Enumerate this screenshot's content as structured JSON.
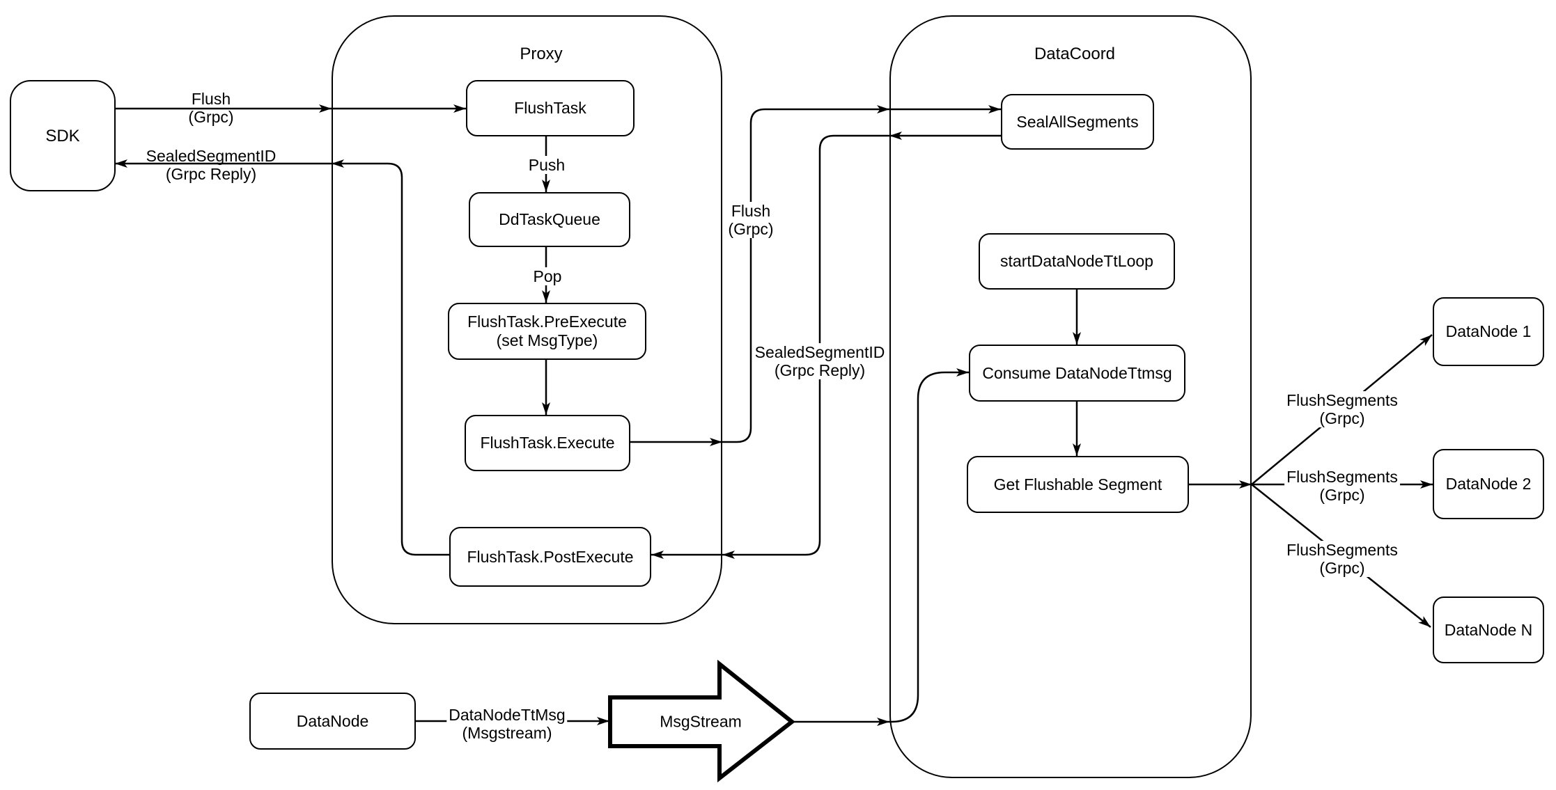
{
  "diagram": {
    "containers": {
      "proxy": {
        "label": "Proxy"
      },
      "datacoord": {
        "label": "DataCoord"
      }
    },
    "nodes": {
      "sdk": {
        "label": "SDK"
      },
      "flush_task": {
        "label": "FlushTask"
      },
      "dd_task_queue": {
        "label": "DdTaskQueue"
      },
      "pre_execute": {
        "line1": "FlushTask.PreExecute",
        "line2": "(set MsgType)"
      },
      "execute": {
        "label": "FlushTask.Execute"
      },
      "post_execute": {
        "label": "FlushTask.PostExecute"
      },
      "seal_all_segments": {
        "label": "SealAllSegments"
      },
      "start_datanode_tt_loop": {
        "label": "startDataNodeTtLoop"
      },
      "consume_datanode_ttmsg": {
        "label": "Consume DataNodeTtmsg"
      },
      "get_flushable_segment": {
        "label": "Get Flushable Segment"
      },
      "datanode_1": {
        "label": "DataNode 1"
      },
      "datanode_2": {
        "label": "DataNode 2"
      },
      "datanode_n": {
        "label": "DataNode N"
      },
      "datanode": {
        "label": "DataNode"
      },
      "msgstream": {
        "label": "MsgStream"
      }
    },
    "edge_labels": {
      "flush_grpc_sdk": {
        "line1": "Flush",
        "line2": "(Grpc)"
      },
      "sealed_segment_id_sdk": {
        "line1": "SealedSegmentID",
        "line2": "(Grpc Reply)"
      },
      "push": {
        "label": "Push"
      },
      "pop": {
        "label": "Pop"
      },
      "flush_grpc_mid": {
        "line1": "Flush",
        "line2": "(Grpc)"
      },
      "sealed_segment_id_mid": {
        "line1": "SealedSegmentID",
        "line2": "(Grpc Reply)"
      },
      "flush_segments_1": {
        "line1": "FlushSegments",
        "line2": "(Grpc)"
      },
      "flush_segments_2": {
        "line1": "FlushSegments",
        "line2": "(Grpc)"
      },
      "flush_segments_3": {
        "line1": "FlushSegments",
        "line2": "(Grpc)"
      },
      "datanode_tt_msg": {
        "line1": "DataNodeTtMsg",
        "line2": "(Msgstream)"
      }
    },
    "colors": {
      "stroke": "#000000",
      "background": "#ffffff"
    }
  }
}
